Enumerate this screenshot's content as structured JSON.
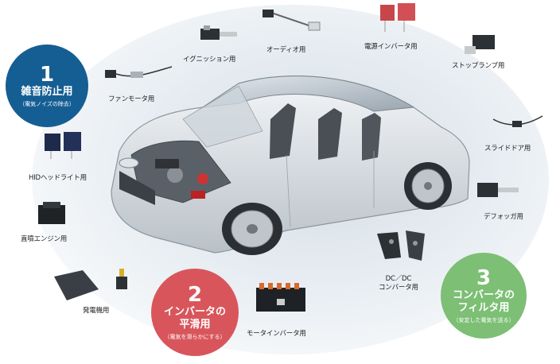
{
  "categories": [
    {
      "number": "1",
      "title": "雑音防止用",
      "subtitle": "（電気ノイズの除去）",
      "color": "#155e93"
    },
    {
      "number": "2",
      "title_line1": "インバータの",
      "title_line2": "平滑用",
      "subtitle": "（電気を滑らかにする）",
      "color": "#d8565b"
    },
    {
      "number": "3",
      "title_line1": "コンバータの",
      "title_line2": "フィルタ用",
      "subtitle": "（安定した電気を送る）",
      "color": "#7cbf75"
    }
  ],
  "labels": {
    "ignition": "イグニッション用",
    "audio": "オーディオ用",
    "power_inverter": "電源インバータ用",
    "stop_lamp": "ストップランプ用",
    "fan_motor": "ファンモータ用",
    "slide_door": "スライドドア用",
    "hid_headlight": "HIDヘッドライト用",
    "defogger": "デフォッガ用",
    "direct_injection": "直噴エンジン用",
    "dc_converter_line1": "DC／DC",
    "dc_converter_line2": "コンバータ用",
    "generator": "発電機用",
    "motor_inverter": "モータインバータ用"
  }
}
